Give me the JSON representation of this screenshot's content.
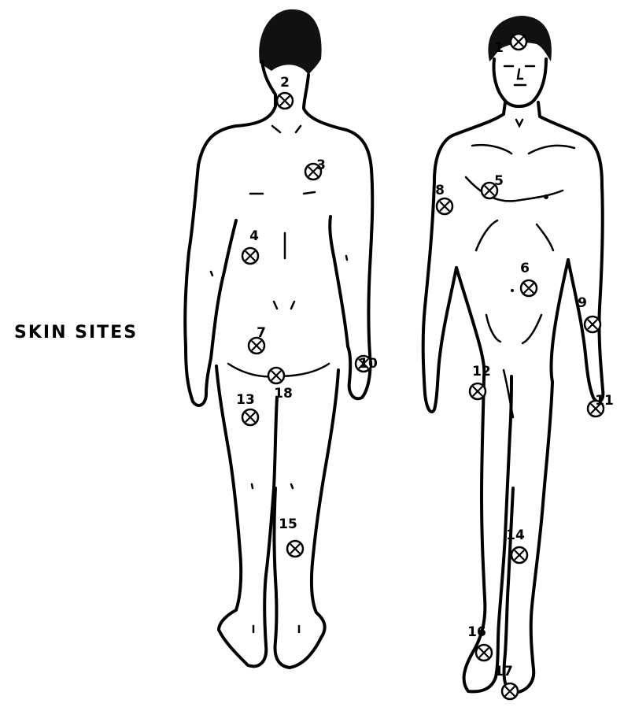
{
  "title": "SKIN SITES",
  "views": [
    {
      "name": "back",
      "sites": [
        {
          "label": "2"
        },
        {
          "label": "3"
        },
        {
          "label": "4"
        },
        {
          "label": "7"
        },
        {
          "label": "10"
        },
        {
          "label": "13"
        },
        {
          "label": "18"
        },
        {
          "label": "15"
        }
      ]
    },
    {
      "name": "front",
      "sites": [
        {
          "label": "1"
        },
        {
          "label": "5"
        },
        {
          "label": "8"
        },
        {
          "label": "6"
        },
        {
          "label": "9"
        },
        {
          "label": "11"
        },
        {
          "label": "12"
        },
        {
          "label": "14"
        },
        {
          "label": "16"
        },
        {
          "label": "17"
        }
      ]
    }
  ]
}
